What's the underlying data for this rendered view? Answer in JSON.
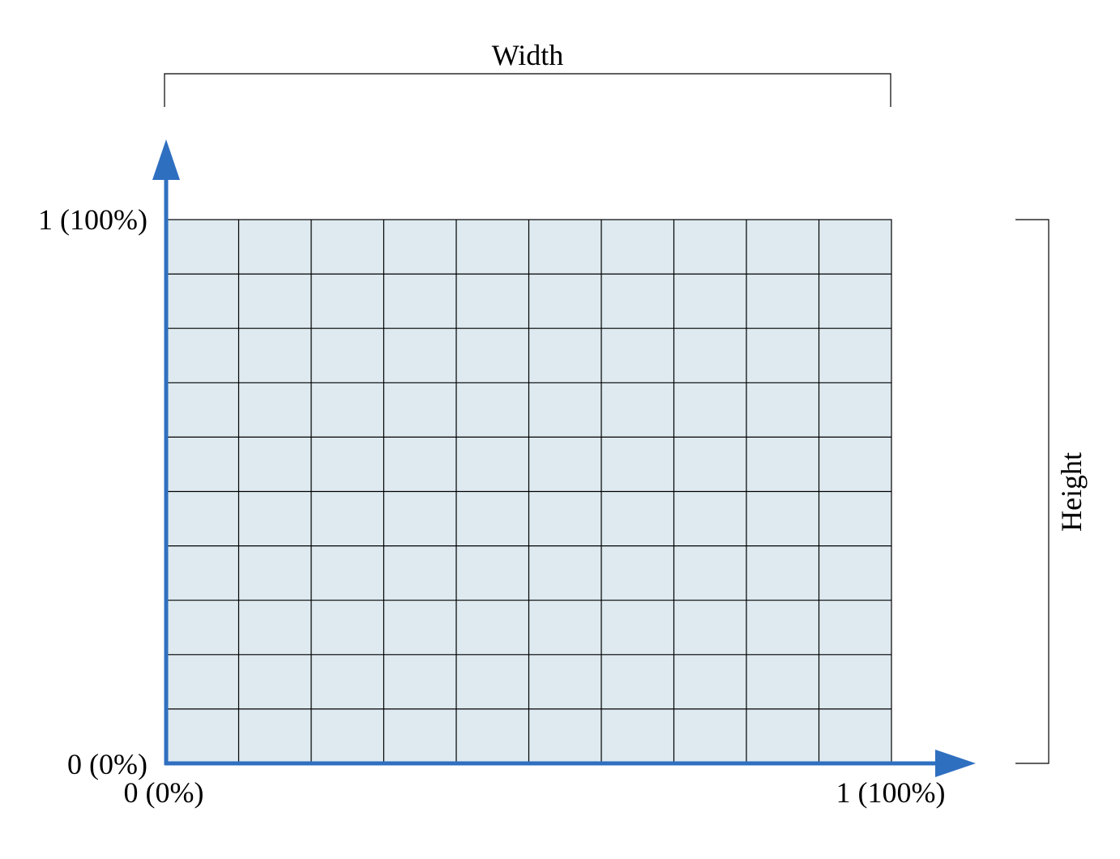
{
  "width_label": "Width",
  "height_label": "Height",
  "y_axis": {
    "top_label": "1 (100%)",
    "bottom_label": "0 (0%)"
  },
  "x_axis": {
    "left_label": "0 (0%)",
    "right_label": "1 (100%)"
  },
  "grid": {
    "columns": 10,
    "rows": 10
  },
  "colors": {
    "grid_fill": "#deeaf0",
    "grid_line": "#000000",
    "axis": "#2f6fc0",
    "bracket": "#000000"
  }
}
